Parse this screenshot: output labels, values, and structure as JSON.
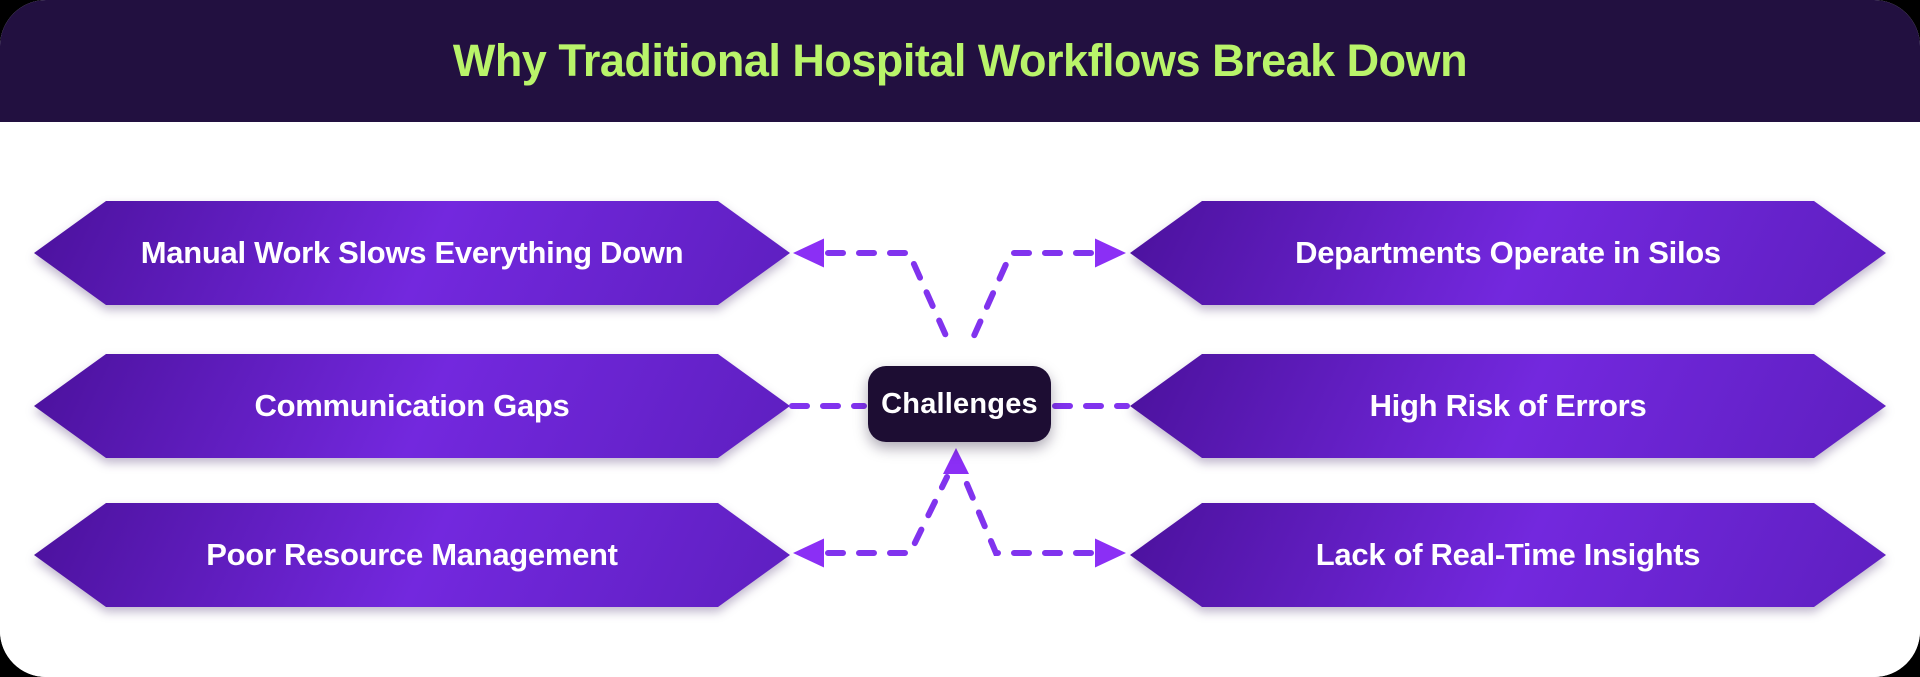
{
  "header": {
    "title": "Why Traditional Hospital Workflows Break Down"
  },
  "center_node": {
    "label": "Challenges"
  },
  "left_boxes": [
    {
      "label": "Manual Work Slows Everything Down"
    },
    {
      "label": "Communication Gaps"
    },
    {
      "label": "Poor Resource Management"
    }
  ],
  "right_boxes": [
    {
      "label": "Departments Operate in Silos"
    },
    {
      "label": "High Risk of Errors"
    },
    {
      "label": "Lack of Real-Time Insights"
    }
  ],
  "connectors": {
    "style": "dashed",
    "arrow_directions": {
      "top_left": "arrow-points-left-to-box",
      "top_right": "arrow-points-right-to-box",
      "middle_left": "plain-dashed-no-arrow",
      "middle_right": "plain-dashed-no-arrow",
      "bottom_center": "arrow-points-up-to-challenges-node",
      "bottom_left": "arrow-points-left-to-box",
      "bottom_right": "arrow-points-right-to-box"
    }
  },
  "colors": {
    "header_bg": "#221040",
    "title_green": "#b9f46a",
    "card_bg": "#ffffff",
    "box_gradient_start": "#4b119c",
    "box_gradient_mid": "#7328de",
    "box_gradient_end": "#5e1fc0",
    "box_text": "#ffffff",
    "connector_purple": "#8133ee",
    "arrowhead_purple": "#8b2ff5",
    "node_bg": "#1d0d33",
    "node_text": "#ffffff"
  }
}
